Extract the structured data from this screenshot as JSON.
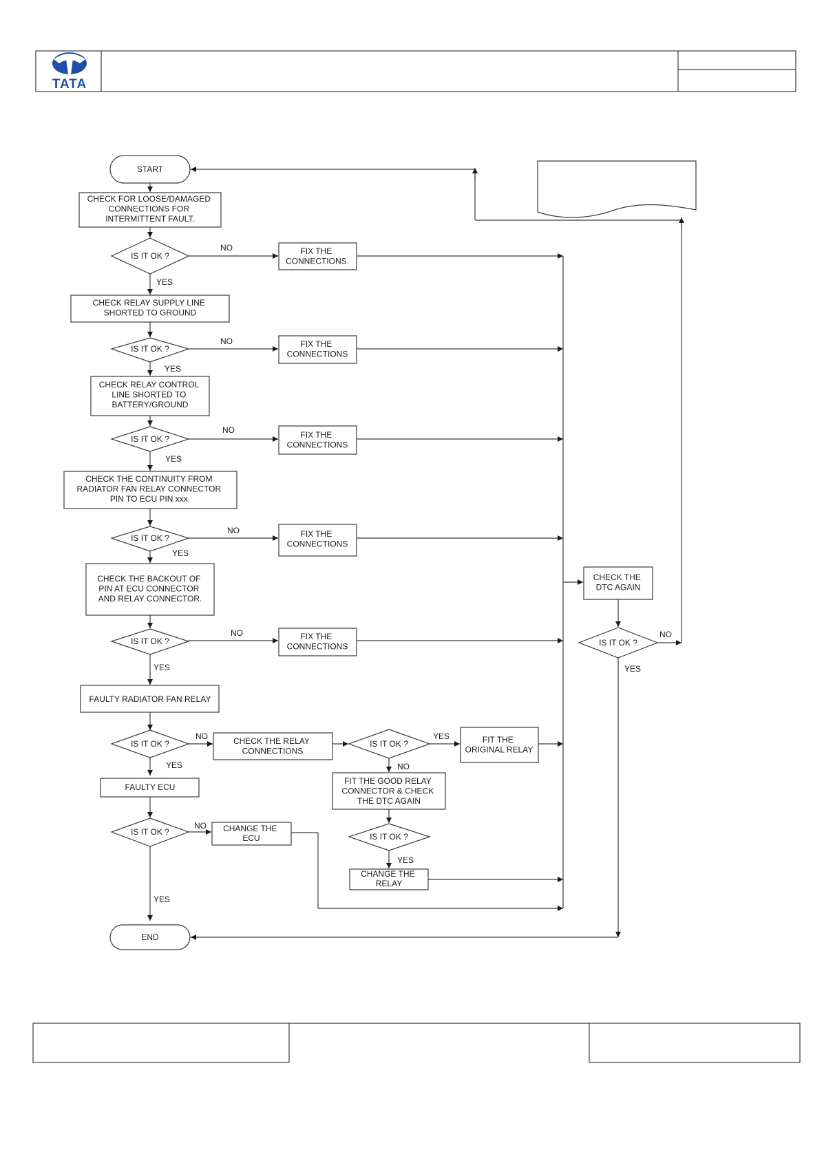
{
  "header": {
    "logo_text": "TATA",
    "brand_color": "#1f4fa8"
  },
  "flowchart": {
    "start": "START",
    "end": "END",
    "yes": "YES",
    "no": "NO",
    "is_it_ok": "IS IT OK ?",
    "fix_connections": [
      "FIX THE",
      "CONNECTIONS"
    ],
    "fix_connections_first": [
      "FIX THE",
      "CONNECTIONS."
    ],
    "steps": {
      "loose": [
        "CHECK FOR LOOSE/DAMAGED",
        "CONNECTIONS FOR",
        "INTERMITTENT FAULT."
      ],
      "supply": [
        "CHECK RELAY SUPPLY LINE",
        "SHORTED TO GROUND"
      ],
      "control": [
        "CHECK RELAY CONTROL",
        "LINE SHORTED TO",
        "BATTERY/GROUND"
      ],
      "continuity": [
        "CHECK THE  CONTINUITY FROM",
        "RADIATOR FAN RELAY CONNECTOR",
        "PIN TO ECU PIN xxx."
      ],
      "backout": [
        "CHECK THE BACKOUT OF",
        "PIN  AT ECU CONNECTOR",
        "AND RELAY CONNECTOR."
      ],
      "faulty_relay": [
        "FAULTY RADIATOR FAN RELAY"
      ],
      "faulty_ecu": [
        "FAULTY ECU"
      ],
      "check_relay_conn": [
        "CHECK THE RELAY",
        "CONNECTIONS"
      ],
      "fit_original": [
        "FIT THE",
        "ORIGINAL RELAY"
      ],
      "fit_good": [
        "FIT THE GOOD RELAY",
        "CONNECTOR & CHECK",
        "THE DTC AGAIN"
      ],
      "change_relay": [
        "CHANGE THE",
        "RELAY"
      ],
      "change_ecu": [
        "CHANGE THE",
        "ECU"
      ],
      "check_dtc": [
        "CHECK THE",
        "DTC AGAIN"
      ]
    }
  }
}
